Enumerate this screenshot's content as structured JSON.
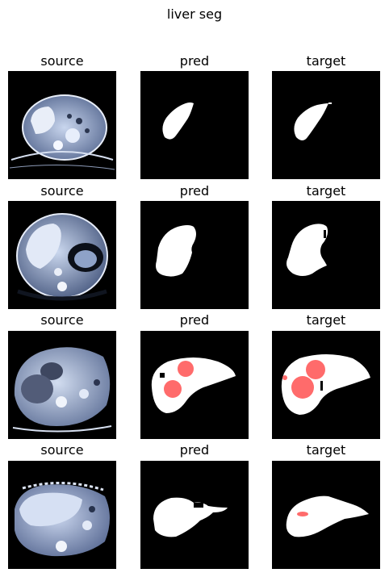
{
  "figure": {
    "title": "liver seg"
  },
  "panel_titles": {
    "source": "source",
    "pred": "pred",
    "target": "target"
  },
  "rows": [
    {
      "source": {
        "image": "ct-abdomen-axial-slice-1"
      },
      "pred": {
        "image": "liver-mask-1"
      },
      "target": {
        "image": "liver-mask-1-gt"
      }
    },
    {
      "source": {
        "image": "ct-abdomen-axial-slice-2"
      },
      "pred": {
        "image": "liver-mask-2"
      },
      "target": {
        "image": "liver-mask-2-gt"
      }
    },
    {
      "source": {
        "image": "ct-abdomen-axial-slice-3"
      },
      "pred": {
        "image": "liver-mask-3-with-tumor"
      },
      "target": {
        "image": "liver-mask-3-gt-with-tumor"
      }
    },
    {
      "source": {
        "image": "ct-abdomen-axial-slice-4"
      },
      "pred": {
        "image": "liver-mask-4"
      },
      "target": {
        "image": "liver-mask-4-gt-with-tumor"
      }
    }
  ],
  "colors": {
    "background": "#000000",
    "liver_mask": "#ffffff",
    "tumor_overlay": "#ff6b6b",
    "ct_tissue": "#a9b9d6"
  }
}
